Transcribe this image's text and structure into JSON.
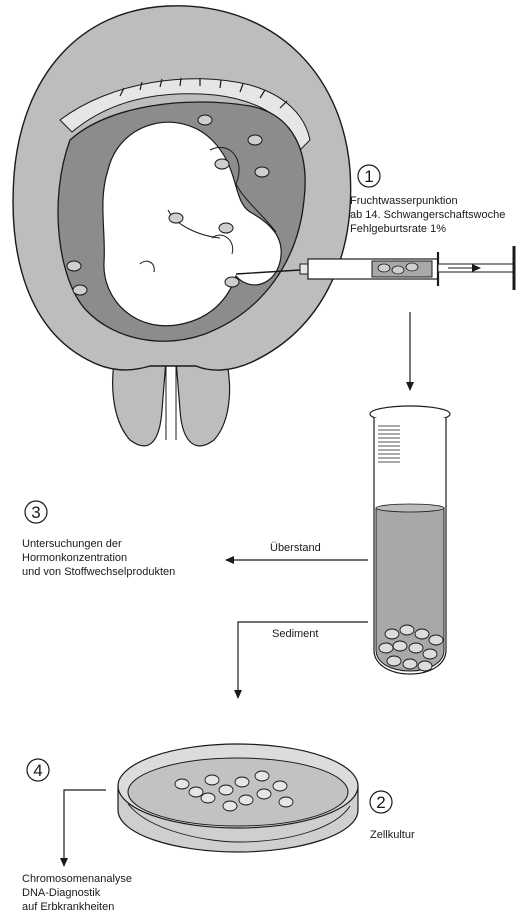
{
  "steps": {
    "step1": {
      "number": "1",
      "line1": "Fruchtwasserpunktion",
      "line2": "ab 14. Schwangerschaftswoche",
      "line3": "Fehlgeburtsrate 1%"
    },
    "step2": {
      "number": "2",
      "label": "Zellkultur"
    },
    "step3": {
      "number": "3",
      "line1": "Untersuchungen der",
      "line2": "Hormonkonzentration",
      "line3": "und von Stoffwechselprodukten"
    },
    "step4": {
      "number": "4",
      "line1": "Chromosomenanalyse",
      "line2": "DNA-Diagnostik",
      "line3": "auf Erbkrankheiten"
    }
  },
  "labels": {
    "supernatant": "Überstand",
    "sediment": "Sediment"
  },
  "colors": {
    "uterus": "#bdbdbd",
    "amniotic_fluid": "#8c8c8c",
    "fetus": "#ffffff",
    "tube_fluid": "#a8a8a8",
    "dish": "#cfcfcf",
    "ink": "#1a1a1a"
  }
}
